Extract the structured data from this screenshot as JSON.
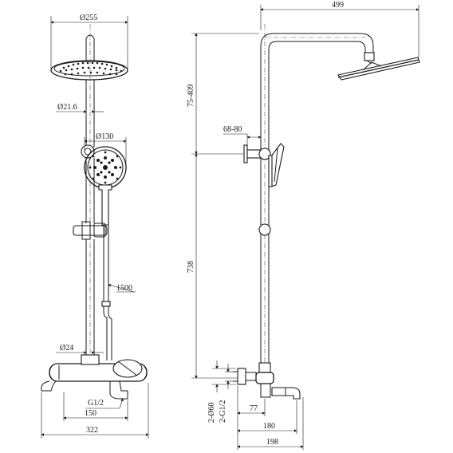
{
  "dimensions": {
    "head_diameter": "Ø255",
    "arm_diameter": "Ø21.6",
    "handshower_diameter": "Ø130",
    "hose_length": "1500",
    "pipe_diameter": "Ø24",
    "inlet_thread": "G1/2",
    "inlet_spacing": "150",
    "mixer_width": "322",
    "overall_reach": "499",
    "height_adjust": "75-409",
    "wall_offset": "68-80",
    "riser_length": "738",
    "escutcheon": "2-Ø60",
    "thread_pair": "2-G1/2",
    "inlet_depth": "77",
    "spout_depth": "180",
    "total_depth": "198"
  }
}
